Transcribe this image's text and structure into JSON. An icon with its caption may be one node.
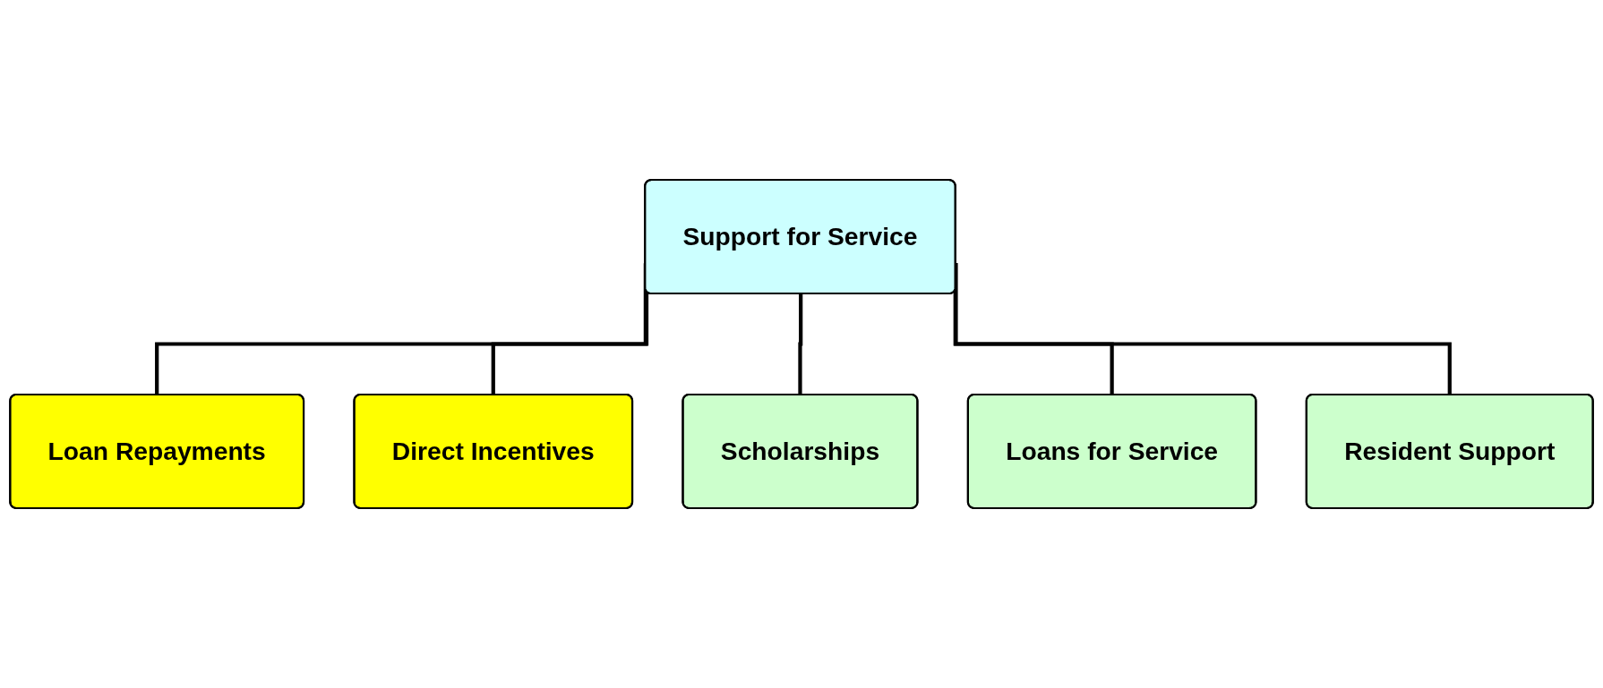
{
  "diagram": {
    "nodes": [
      {
        "text": [
          "Support for Service"
        ]
      },
      {
        "text": [
          "Loan Repayments"
        ]
      },
      {
        "text": [
          "Direct Incentives"
        ]
      },
      {
        "text": [
          "Scholarships"
        ]
      },
      {
        "text": [
          "Loans for Service"
        ]
      },
      {
        "text": [
          "Resident Support"
        ]
      }
    ],
    "edges": [
      {
        "from": 0,
        "to": 1,
        "arrow": "none"
      },
      {
        "from": 0,
        "to": 2,
        "arrow": "none"
      },
      {
        "from": 0,
        "to": 3,
        "arrow": "none"
      },
      {
        "from": 0,
        "to": 4,
        "arrow": "none"
      },
      {
        "from": 0,
        "to": 5,
        "arrow": "none"
      }
    ]
  }
}
